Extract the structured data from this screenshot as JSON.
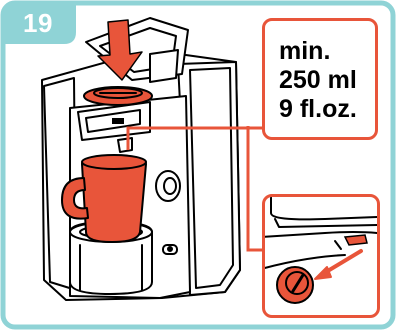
{
  "step": {
    "number": "19"
  },
  "capacity": {
    "line1": "min.",
    "line2": "250 ml",
    "line3": "9 fl.oz."
  },
  "colors": {
    "accent": "#e8553a",
    "frame": "#8fd3d6",
    "line": "#000000",
    "background": "#ffffff"
  },
  "icons": {
    "arrow": "down-arrow-icon",
    "cup": "mug-icon",
    "tank": "water-tank-icon"
  }
}
